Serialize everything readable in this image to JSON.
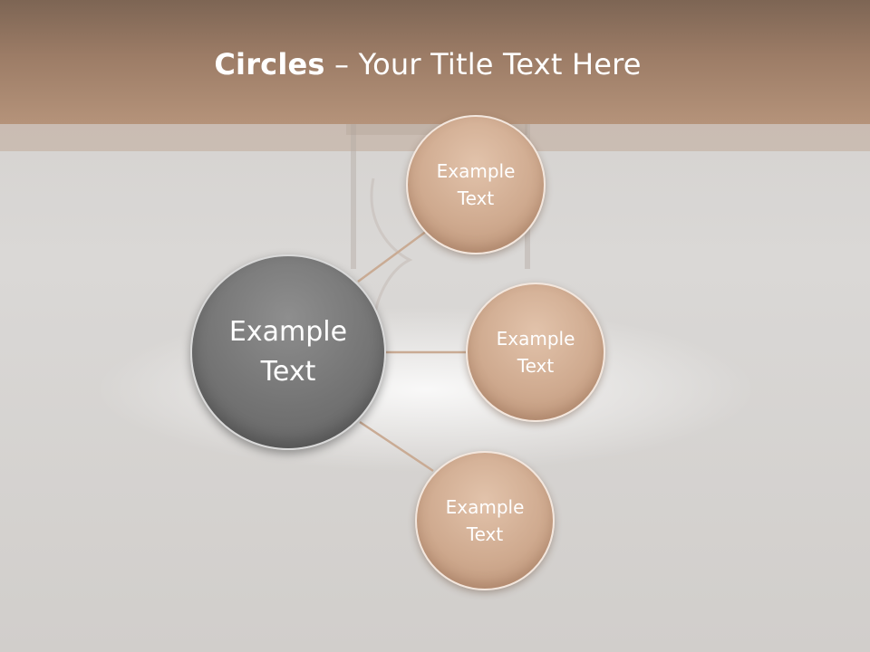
{
  "title": {
    "bold": "Circles",
    "rest": " – Your Title Text Here"
  },
  "center_node": {
    "line1": "Example",
    "line2": "Text"
  },
  "nodes": [
    {
      "line1": "Example",
      "line2": "Text"
    },
    {
      "line1": "Example",
      "line2": "Text"
    },
    {
      "line1": "Example",
      "line2": "Text"
    }
  ],
  "colors": {
    "header": "#9c7c66",
    "center_circle": "#747474",
    "outer_circle": "#cfaa8f",
    "connector": "#c9ab94"
  }
}
